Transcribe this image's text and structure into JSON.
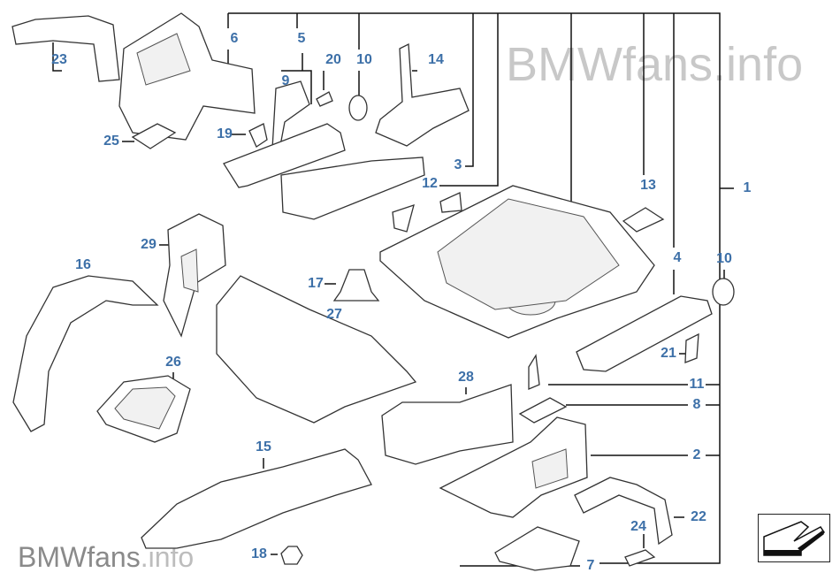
{
  "watermark_top": "BMWfans.info",
  "watermark_bottom": {
    "brand": "BMWfans",
    "suffix": ".info"
  },
  "label_color": "#3d70a8",
  "labels": {
    "p23": "23",
    "p6": "6",
    "p5": "5",
    "p9": "9",
    "p20": "20",
    "p10a": "10",
    "p14": "14",
    "p19": "19",
    "p25": "25",
    "p3": "3",
    "p12": "12",
    "p13": "13",
    "p1": "1",
    "p29": "29",
    "p16": "16",
    "p4": "4",
    "p10b": "10",
    "p17": "17",
    "p27": "27",
    "p21": "21",
    "p26": "26",
    "p28": "28",
    "p11": "11",
    "p8": "8",
    "p2": "2",
    "p15": "15",
    "p22": "22",
    "p24": "24",
    "p18": "18",
    "p7": "7"
  },
  "nav": {
    "icon": "arrow-down-left-icon"
  }
}
